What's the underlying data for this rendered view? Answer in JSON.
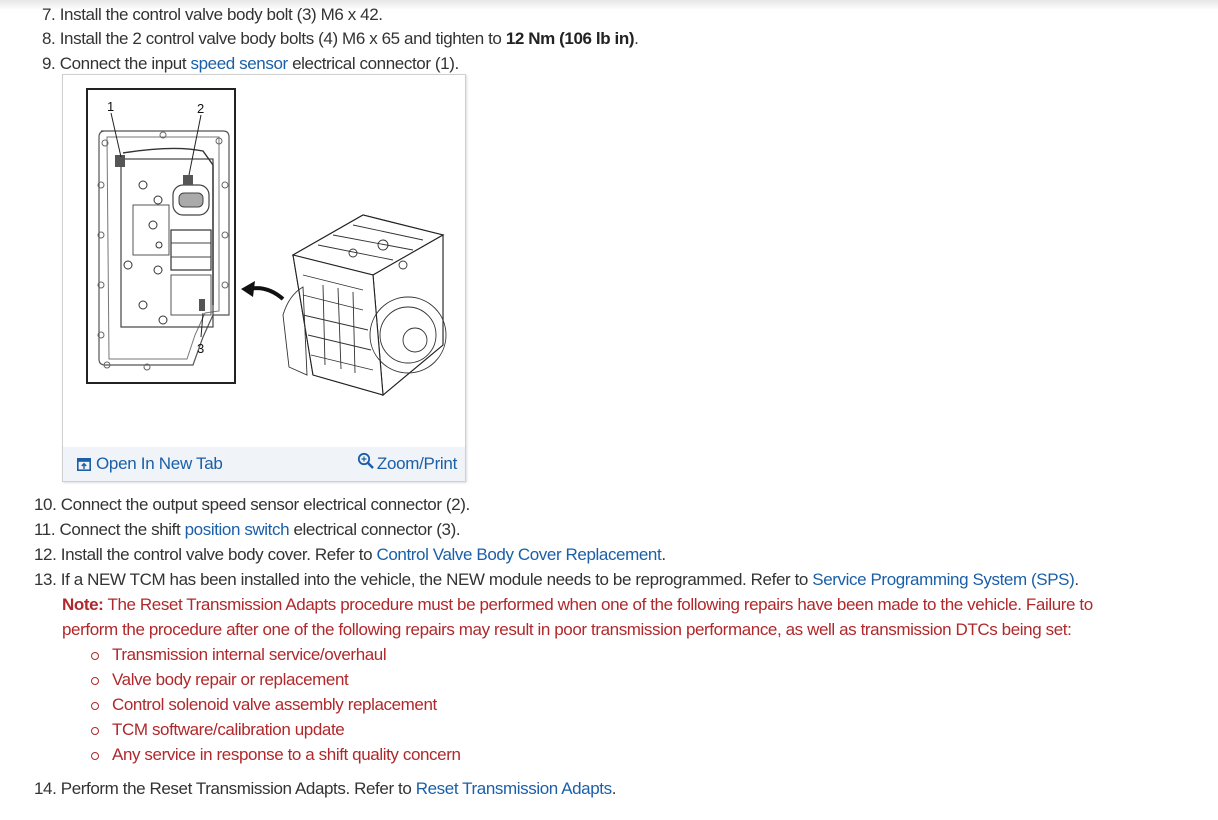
{
  "steps": {
    "s7": {
      "num": "7.",
      "text": "Install the control valve body bolt (3) M6 x 42."
    },
    "s8": {
      "num": "8.",
      "text_a": "Install the 2 control valve body bolts (4) M6 x 65 and tighten to ",
      "bold": "12 Nm (106 lb in)",
      "text_b": "."
    },
    "s9": {
      "num": "9.",
      "text_a": "Connect the input ",
      "link": "speed sensor",
      "text_b": " electrical connector (1)."
    },
    "s10": {
      "num": "10.",
      "text": "Connect the output speed sensor electrical connector (2)."
    },
    "s11": {
      "num": "11.",
      "text_a": "Connect the shift ",
      "link": "position switch",
      "text_b": " electrical connector (3)."
    },
    "s12": {
      "num": "12.",
      "text_a": "Install the control valve body cover. Refer to ",
      "link": "Control Valve Body Cover Replacement",
      "text_b": "."
    },
    "s13": {
      "num": "13.",
      "text_a": "If a NEW TCM has been installed into the vehicle, the NEW module needs to be reprogrammed. Refer to ",
      "link": "Service Programming System (SPS)",
      "text_b": "."
    },
    "s14": {
      "num": "14.",
      "text_a": "Perform the Reset Transmission Adapts. Refer to ",
      "link": "Reset Transmission Adapts",
      "text_b": "."
    }
  },
  "note": {
    "label": "Note:",
    "line1": " The Reset Transmission Adapts procedure must be performed when one of the following repairs have been made to the vehicle. Failure to",
    "line2": "perform the procedure after one of the following repairs may result in poor transmission performance, as well as transmission DTCs being set:",
    "items": [
      "Transmission internal service/overhaul",
      "Valve body repair or replacement",
      "Control solenoid valve assembly replacement",
      "TCM software/calibration update",
      "Any service in response to a shift quality concern"
    ]
  },
  "figure": {
    "callouts": [
      "1",
      "2",
      "3"
    ],
    "open_new_tab": "Open In New Tab",
    "zoom_print": "Zoom/Print",
    "icons": {
      "open": "open-new-tab-icon",
      "zoom": "zoom-in-icon"
    }
  },
  "colors": {
    "link": "#1a5fa8",
    "note_red": "#b0282b",
    "text": "#333333",
    "footer_bg": "#f0f3f8"
  }
}
